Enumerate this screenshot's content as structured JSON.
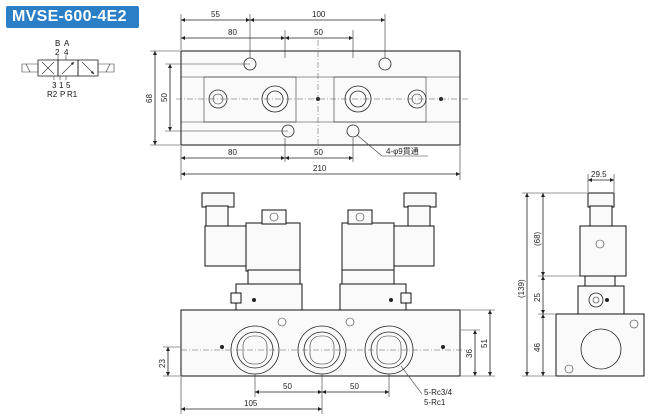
{
  "model": "MVSE-600-4E2",
  "symbol": {
    "top_labels": [
      "B",
      "A"
    ],
    "top_nums": [
      "2",
      "4"
    ],
    "bottom_nums": [
      "3",
      "1",
      "5"
    ],
    "bottom_labels": [
      "R2",
      "P",
      "R1"
    ]
  },
  "top_view": {
    "dim_55": "55",
    "dim_100": "100",
    "dim_80_top": "80",
    "dim_50_top": "50",
    "dim_68": "68",
    "dim_50_left": "50",
    "dim_80_bottom": "80",
    "dim_50_bottom": "50",
    "dim_210": "210",
    "hole_note": "4-φ9貫通"
  },
  "front_view": {
    "dim_23": "23",
    "dim_36": "36",
    "dim_51": "51",
    "dim_50_a": "50",
    "dim_50_b": "50",
    "dim_105": "105",
    "port_note_1": "5-Rc3/4",
    "port_note_2": "5-Rc1"
  },
  "side_view": {
    "dim_29_5": "29.5",
    "dim_68": "(68)",
    "dim_139": "(139)",
    "dim_25": "25",
    "dim_46": "46"
  }
}
